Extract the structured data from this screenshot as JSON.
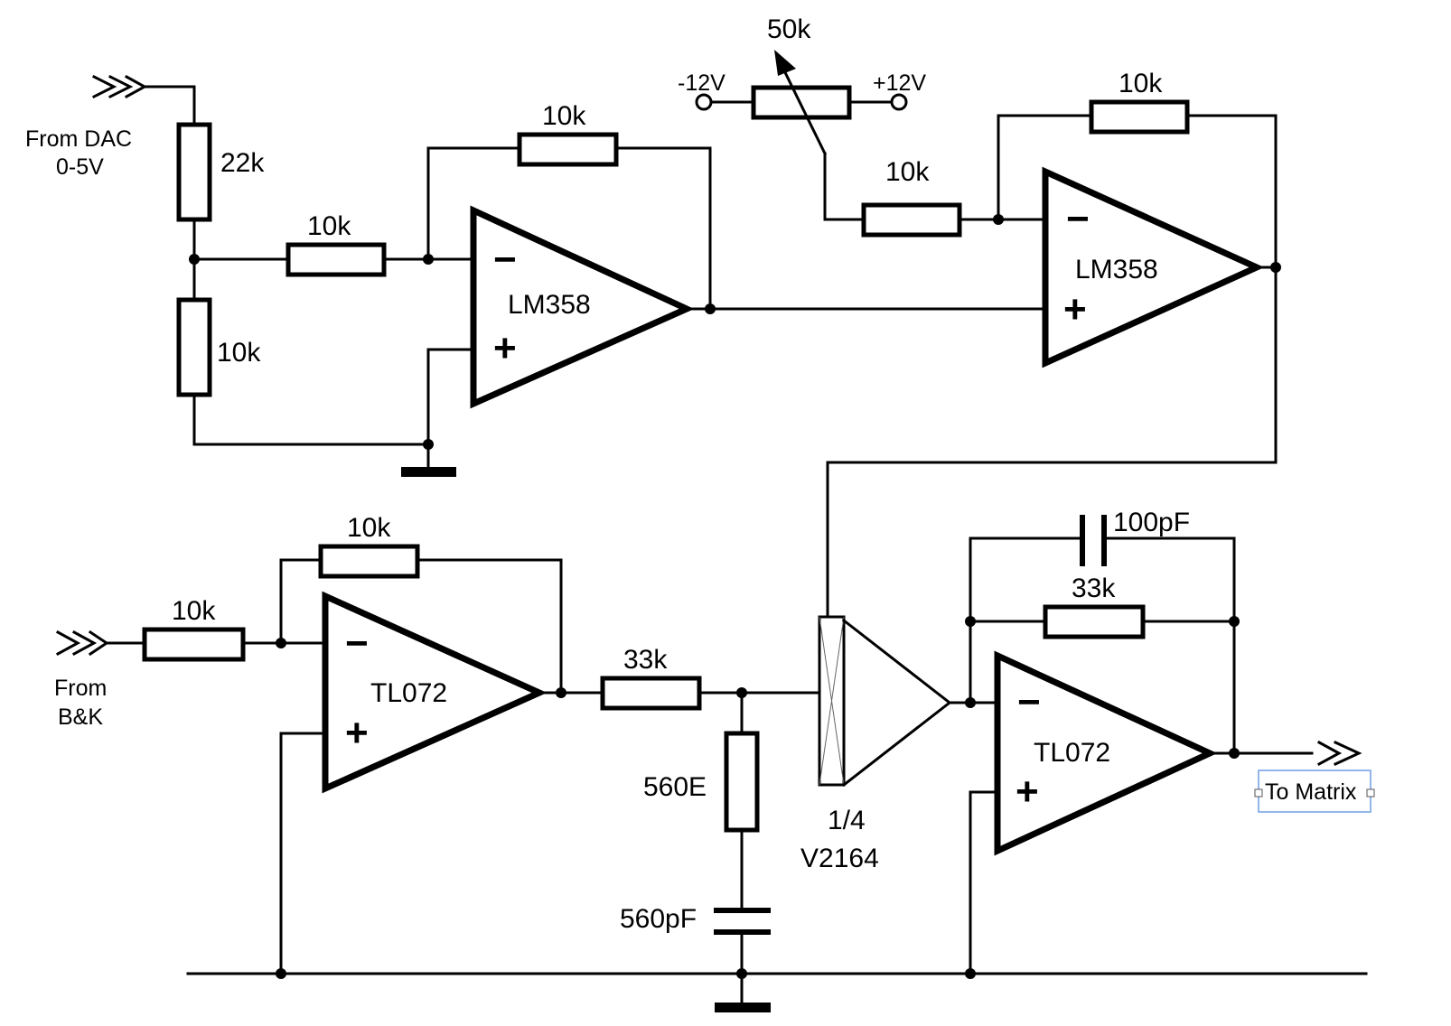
{
  "schematic": {
    "inputs": {
      "dac": {
        "line1": "From DAC",
        "line2": "0-5V"
      },
      "bk": {
        "line1": "From",
        "line2": "B&K"
      }
    },
    "output": {
      "label": "To Matrix"
    },
    "supplies": {
      "neg": "-12V",
      "pos": "+12V"
    },
    "pot": {
      "value": "50k"
    },
    "resistors": {
      "r22k": "22k",
      "r10k_divider": "10k",
      "r10k_in1": "10k",
      "r10k_fb1": "10k",
      "r10k_pot": "10k",
      "r10k_fb2": "10k",
      "r10k_in3": "10k",
      "r10k_fb3": "10k",
      "r33k_lp": "33k",
      "r560": "560E",
      "r33k_fb4": "33k"
    },
    "capacitors": {
      "c560p": "560pF",
      "c100p": "100pF"
    },
    "opamps": {
      "u1": {
        "label": "LM358",
        "minus": "−",
        "plus": "+"
      },
      "u2": {
        "label": "LM358",
        "minus": "−",
        "plus": "+"
      },
      "u3": {
        "label": "TL072",
        "minus": "−",
        "plus": "+"
      },
      "u4": {
        "label": "TL072",
        "minus": "−",
        "plus": "+"
      }
    },
    "vca": {
      "line1": "1/4",
      "line2": "V2164"
    }
  }
}
